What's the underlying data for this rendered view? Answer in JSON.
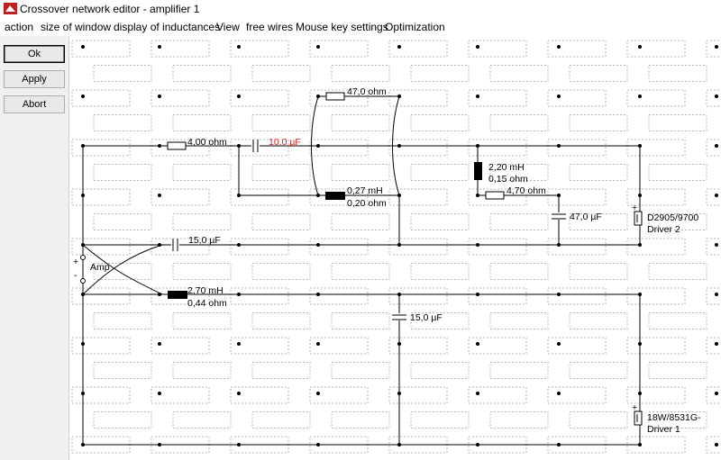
{
  "window": {
    "title": "Crossover network editor - amplifier 1"
  },
  "menu": [
    {
      "label": "action",
      "mnemonic": "a"
    },
    {
      "label": "size of window",
      "mnemonic": "s"
    },
    {
      "label": "display of inductances",
      "mnemonic": "d"
    },
    {
      "label": "View",
      "mnemonic": "V"
    },
    {
      "label": "free wires",
      "mnemonic": "f"
    },
    {
      "label": "Mouse key settings",
      "mnemonic": "M"
    },
    {
      "label": "Optimization",
      "mnemonic": "O"
    }
  ],
  "buttons": {
    "ok": "Ok",
    "apply": "Apply",
    "abort": "Abort"
  },
  "colors": {
    "selected_component": "#e02020",
    "grid_box": "#a0a0a0",
    "wire": "#000000"
  },
  "amp": {
    "label": "Amp",
    "plus": "+",
    "minus": "-"
  },
  "components": {
    "r_top": {
      "value": "47,0 ohm"
    },
    "r_series": {
      "value": "4,00 ohm"
    },
    "c_series": {
      "value": "10,0 µF",
      "selected": true
    },
    "l_mid": {
      "inductance": "0,27 mH",
      "resistance": "0,20 ohm"
    },
    "l_shunt": {
      "inductance": "2,20 mH",
      "resistance": "0,15 ohm"
    },
    "r_shunt": {
      "value": "4,70 ohm"
    },
    "c_shunt": {
      "value": "47,0 µF"
    },
    "c_lower": {
      "value": "15,0 µF"
    },
    "l_bass": {
      "inductance": "2,70 mH",
      "resistance": "0,44 ohm"
    },
    "c_bass": {
      "value": "15,0 µF"
    }
  },
  "drivers": {
    "driver2": {
      "model": "D2905/9700",
      "name": "Driver 2"
    },
    "driver1": {
      "model": "18W/8531G-",
      "name": "Driver 1"
    }
  }
}
